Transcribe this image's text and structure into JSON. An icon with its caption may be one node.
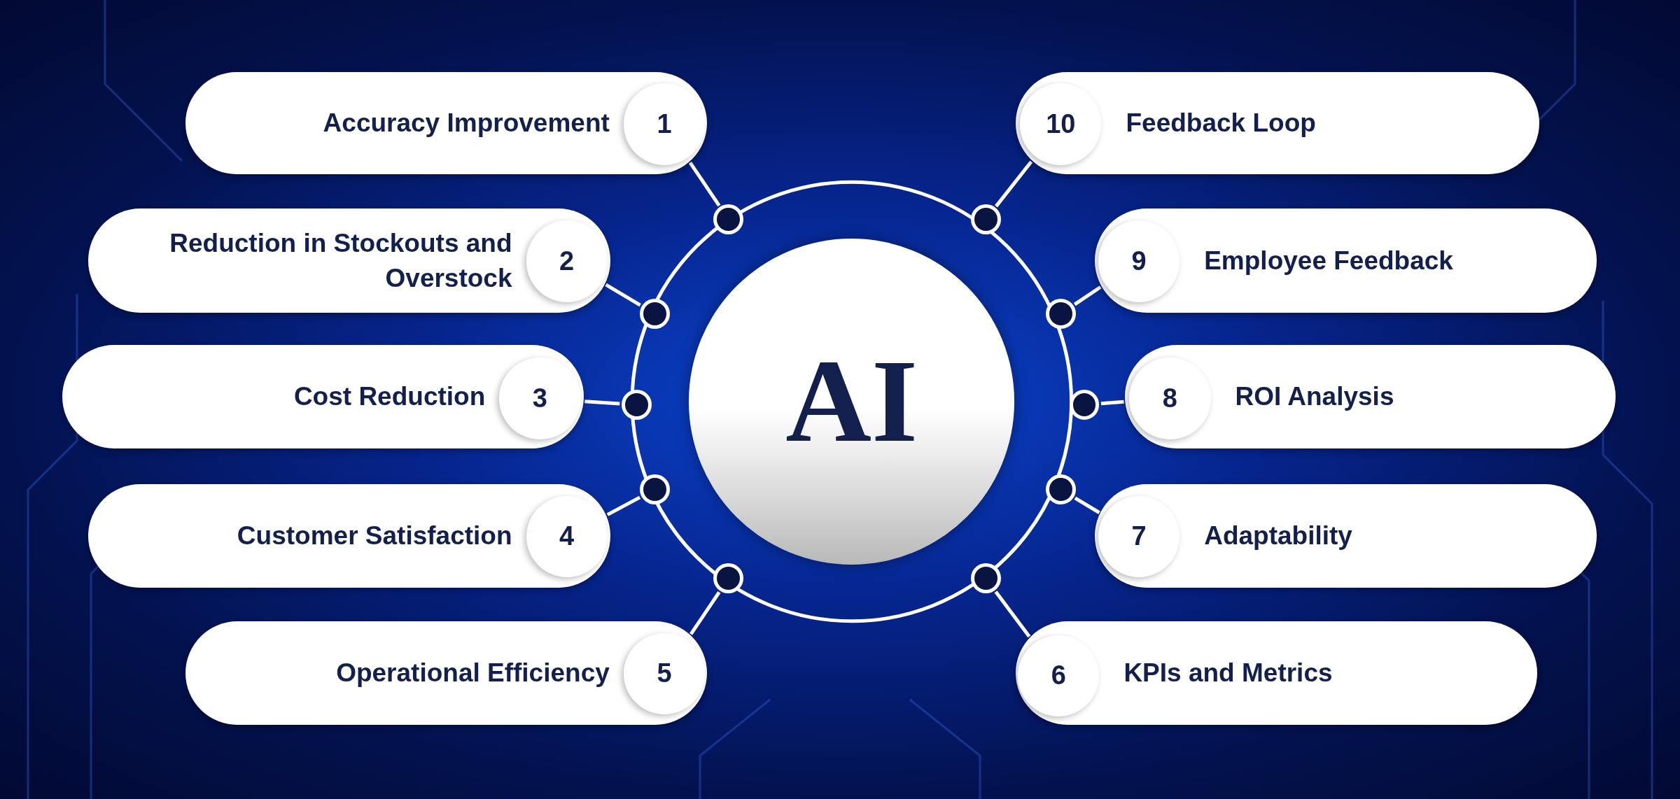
{
  "diagram": {
    "nodes": [
      {
        "text": [
          "AI"
        ]
      },
      {
        "text": [
          "Accuracy Improvement"
        ]
      },
      {
        "text": [
          "1"
        ],
        "in": 1
      },
      {
        "text": [
          "Reduction in Stockouts and Overstock"
        ]
      },
      {
        "text": [
          "2"
        ],
        "in": 3
      },
      {
        "text": [
          "Cost Reduction"
        ]
      },
      {
        "text": [
          "3"
        ],
        "in": 5
      },
      {
        "text": [
          "Customer Satisfaction"
        ]
      },
      {
        "text": [
          "4"
        ],
        "in": 7
      },
      {
        "text": [
          "Operational Efficiency"
        ]
      },
      {
        "text": [
          "5"
        ],
        "in": 9
      },
      {
        "text": [
          "KPIs and Metrics"
        ]
      },
      {
        "text": [
          "6"
        ],
        "in": 11
      },
      {
        "text": [
          "Adaptability"
        ]
      },
      {
        "text": [
          "7"
        ],
        "in": 13
      },
      {
        "text": [
          "ROI Analysis"
        ]
      },
      {
        "text": [
          "8"
        ],
        "in": 15
      },
      {
        "text": [
          "Employee Feedback"
        ]
      },
      {
        "text": [
          "9"
        ],
        "in": 17
      },
      {
        "text": [
          "Feedback Loop"
        ]
      },
      {
        "text": [
          "10"
        ],
        "in": 19
      },
      {
        "text": [],
        "shape": "circle"
      },
      {
        "text": [],
        "shape": "circle"
      },
      {
        "text": [],
        "shape": "circle"
      },
      {
        "text": [],
        "shape": "circle"
      },
      {
        "text": [],
        "shape": "circle"
      },
      {
        "text": [],
        "shape": "circle"
      },
      {
        "text": [],
        "shape": "circle"
      },
      {
        "text": [],
        "shape": "circle"
      },
      {
        "text": [],
        "shape": "circle"
      },
      {
        "text": [],
        "shape": "circle"
      }
    ],
    "edges": [
      {
        "from": 1,
        "to": 21,
        "arrow": "none"
      },
      {
        "from": 3,
        "to": 22,
        "arrow": "none"
      },
      {
        "from": 5,
        "to": 23,
        "arrow": "none"
      },
      {
        "from": 7,
        "to": 24,
        "arrow": "none"
      },
      {
        "from": 9,
        "to": 25,
        "arrow": "none"
      },
      {
        "from": 11,
        "to": 26,
        "arrow": "none"
      },
      {
        "from": 13,
        "to": 27,
        "arrow": "none"
      },
      {
        "from": 15,
        "to": 28,
        "arrow": "none"
      },
      {
        "from": 17,
        "to": 29,
        "arrow": "none"
      },
      {
        "from": 19,
        "to": 30,
        "arrow": "none"
      }
    ]
  }
}
